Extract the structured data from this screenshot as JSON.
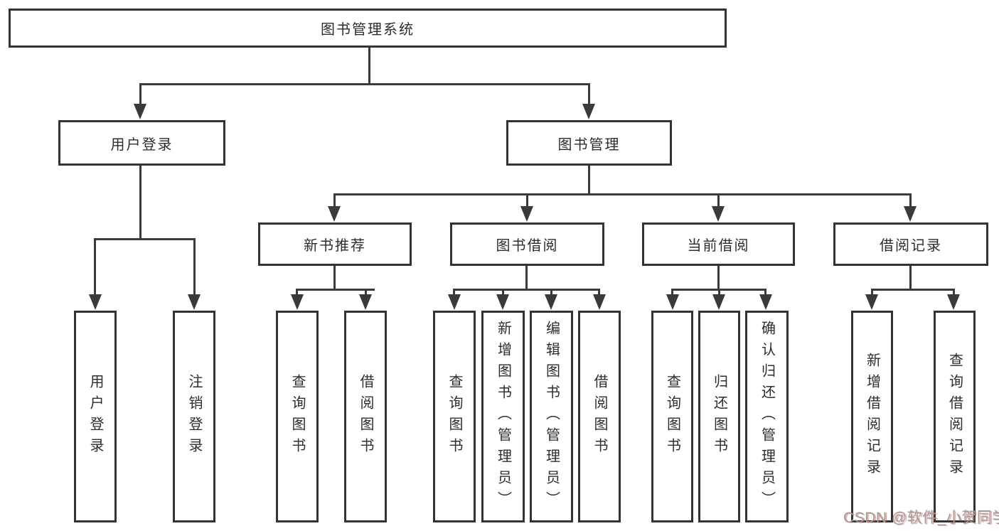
{
  "nodes": {
    "root": "图书管理系统",
    "level2": [
      "用户登录",
      "图书管理"
    ],
    "level3": [
      "新书推荐",
      "图书借阅",
      "当前借阅",
      "借阅记录"
    ],
    "leaves": [
      "用户登录",
      "注销登录",
      "查询图书",
      "借阅图书",
      "查询图书",
      "新增图书（管理员）",
      "编辑图书（管理员）",
      "借阅图书",
      "查询图书",
      "归还图书",
      "确认归还（管理员）",
      "新增借阅记录",
      "查询借阅记录"
    ]
  },
  "edges": [
    {
      "from": "图书管理系统",
      "to": [
        "用户登录",
        "图书管理"
      ]
    },
    {
      "from": "用户登录",
      "to": [
        "用户登录",
        "注销登录"
      ]
    },
    {
      "from": "图书管理",
      "to": [
        "新书推荐",
        "图书借阅",
        "当前借阅",
        "借阅记录"
      ]
    },
    {
      "from": "新书推荐",
      "to": [
        "查询图书",
        "借阅图书"
      ]
    },
    {
      "from": "图书借阅",
      "to": [
        "查询图书",
        "新增图书（管理员）",
        "编辑图书（管理员）",
        "借阅图书"
      ]
    },
    {
      "from": "当前借阅",
      "to": [
        "查询图书",
        "归还图书",
        "确认归还（管理员）"
      ]
    },
    {
      "from": "借阅记录",
      "to": [
        "新增借阅记录",
        "查询借阅记录"
      ]
    }
  ],
  "watermark": "CSDN @软件_小贺同学",
  "colors": {
    "line": "#3a3a3a",
    "box_border": "#333333",
    "text": "#2d2d2d",
    "background": "#ffffff",
    "watermark_gray": "#9c9c9c",
    "watermark_red": "#d64d38"
  }
}
